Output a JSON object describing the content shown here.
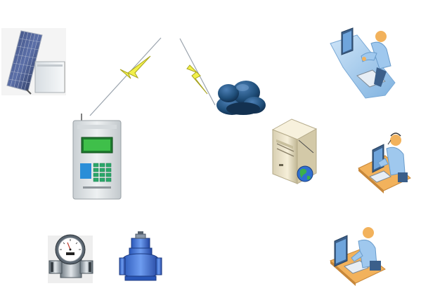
{
  "diagram": {
    "nodes": [
      {
        "id": "solar-power-unit",
        "icon": "solar-panel-with-battery-box-icon"
      },
      {
        "id": "remote-terminal-unit",
        "icon": "rtu-controller-icon",
        "model_text": "",
        "screen_text": "",
        "brand_text": ""
      },
      {
        "id": "wireless-cloud",
        "icon": "storm-cloud-icon"
      },
      {
        "id": "server",
        "icon": "server-tower-with-globe-icon"
      },
      {
        "id": "operator-workstation",
        "icon": "person-at-computer-desk-icon"
      },
      {
        "id": "call-center-operator",
        "icon": "operator-with-headset-icon"
      },
      {
        "id": "office-user",
        "icon": "office-user-at-pc-icon"
      },
      {
        "id": "flow-meter",
        "icon": "oval-gear-flow-meter-icon"
      },
      {
        "id": "solenoid-valve",
        "icon": "blue-solenoid-valve-icon"
      }
    ],
    "links": [
      {
        "id": "rtu-antenna-signal",
        "style": "wireless"
      },
      {
        "id": "lightning-left",
        "icon": "lightning-bolt-icon"
      },
      {
        "id": "lightning-right",
        "icon": "lightning-bolt-icon"
      },
      {
        "id": "cloud-signal",
        "style": "wireless"
      }
    ],
    "colors": {
      "lightning": "#f2f04a",
      "lightning_stroke": "#a8a420",
      "cloud": "#1f4e79",
      "rtu_body": "#e2e6e8",
      "rtu_screen": "#3fbf4a",
      "rtu_keypad": "#2aa86a",
      "server_body": "#efe6cc",
      "valve_blue": "#3a6fd8",
      "person_blue": "#9fc8ee",
      "desk_orange": "#f2b25c"
    }
  }
}
